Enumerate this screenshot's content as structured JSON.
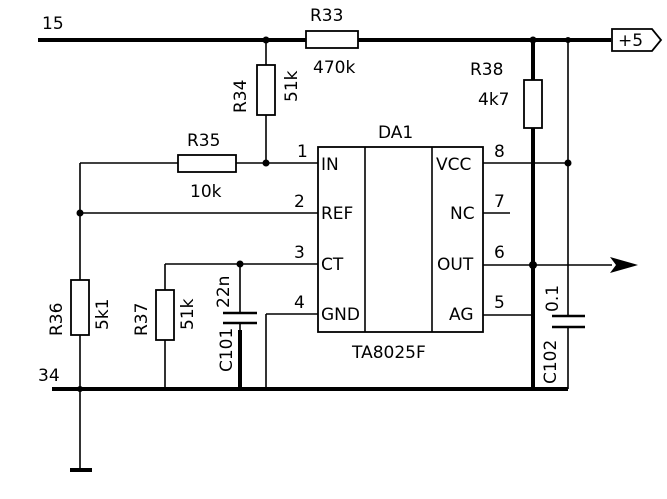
{
  "nets": {
    "net_15": "15",
    "net_34": "34",
    "supply": "+5"
  },
  "ic": {
    "ref": "DA1",
    "part": "TA8025F",
    "pins": {
      "p1": {
        "num": "1",
        "name": "IN"
      },
      "p2": {
        "num": "2",
        "name": "REF"
      },
      "p3": {
        "num": "3",
        "name": "CT"
      },
      "p4": {
        "num": "4",
        "name": "GND"
      },
      "p5": {
        "num": "5",
        "name": "AG"
      },
      "p6": {
        "num": "6",
        "name": "OUT"
      },
      "p7": {
        "num": "7",
        "name": "NC"
      },
      "p8": {
        "num": "8",
        "name": "VCC"
      }
    }
  },
  "resistors": {
    "R33": {
      "ref": "R33",
      "value": "470k"
    },
    "R34": {
      "ref": "R34",
      "value": "51k"
    },
    "R35": {
      "ref": "R35",
      "value": "10k"
    },
    "R36": {
      "ref": "R36",
      "value": "5k1"
    },
    "R37": {
      "ref": "R37",
      "value": "51k"
    },
    "R38": {
      "ref": "R38",
      "value": "4k7"
    }
  },
  "capacitors": {
    "C101": {
      "ref": "C101",
      "value": "22n"
    },
    "C102": {
      "ref": "C102",
      "value": "0.1"
    }
  }
}
